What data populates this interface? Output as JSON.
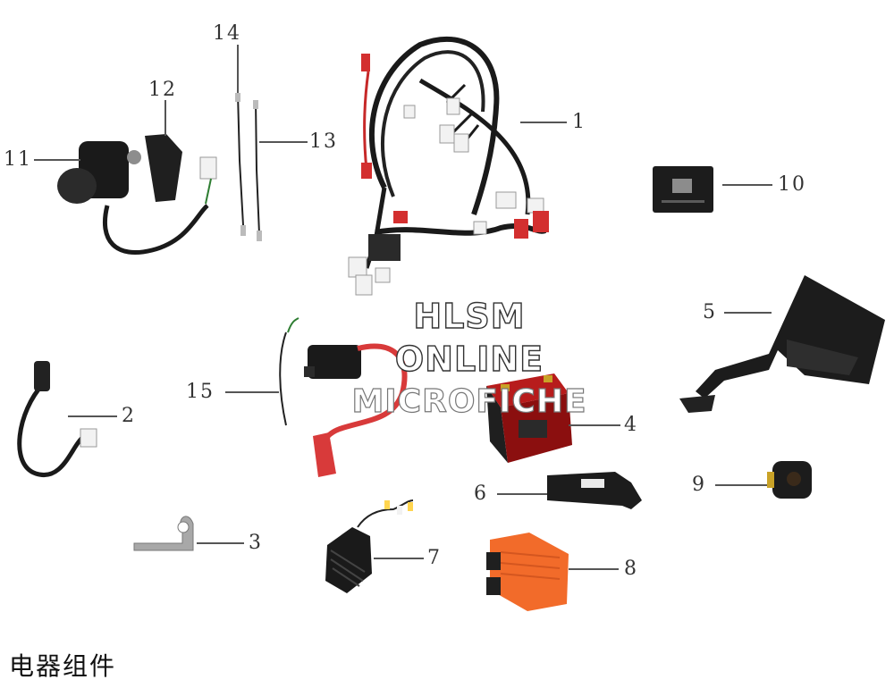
{
  "diagram": {
    "title": "电器组件",
    "watermark": [
      "HLSM",
      "ONLINE",
      "MICROFICHE"
    ],
    "callouts": {
      "p1": "1",
      "p2": "2",
      "p3": "3",
      "p4": "4",
      "p5": "5",
      "p6": "6",
      "p7": "7",
      "p8": "8",
      "p9": "9",
      "p10": "10",
      "p11": "11",
      "p12": "12",
      "p13": "13",
      "p14": "14",
      "p15": "15"
    },
    "parts": [
      {
        "id": "p1",
        "depicts": "wiring harness"
      },
      {
        "id": "p2",
        "depicts": "cable with connector"
      },
      {
        "id": "p3",
        "depicts": "bracket"
      },
      {
        "id": "p4",
        "depicts": "battery"
      },
      {
        "id": "p5",
        "depicts": "battery box / bracket"
      },
      {
        "id": "p6",
        "depicts": "mounting plate"
      },
      {
        "id": "p7",
        "depicts": "rectifier regulator"
      },
      {
        "id": "p8",
        "depicts": "CDI unit"
      },
      {
        "id": "p9",
        "depicts": "relay"
      },
      {
        "id": "p10",
        "depicts": "hour meter"
      },
      {
        "id": "p11",
        "depicts": "ignition switch"
      },
      {
        "id": "p12",
        "depicts": "switch cap"
      },
      {
        "id": "p13",
        "depicts": "wire leads"
      },
      {
        "id": "p14",
        "depicts": "wire leads"
      },
      {
        "id": "p15",
        "depicts": "ignition coil"
      }
    ],
    "colors": {
      "harness": "#1a1a1a",
      "connector_red": "#d32f2f",
      "connector_white": "#f2f2f2",
      "battery": "#c62828",
      "cdi": "#f26b2a",
      "plug_lead": "#d83a3a",
      "bracket": "#a8a8a8"
    }
  }
}
